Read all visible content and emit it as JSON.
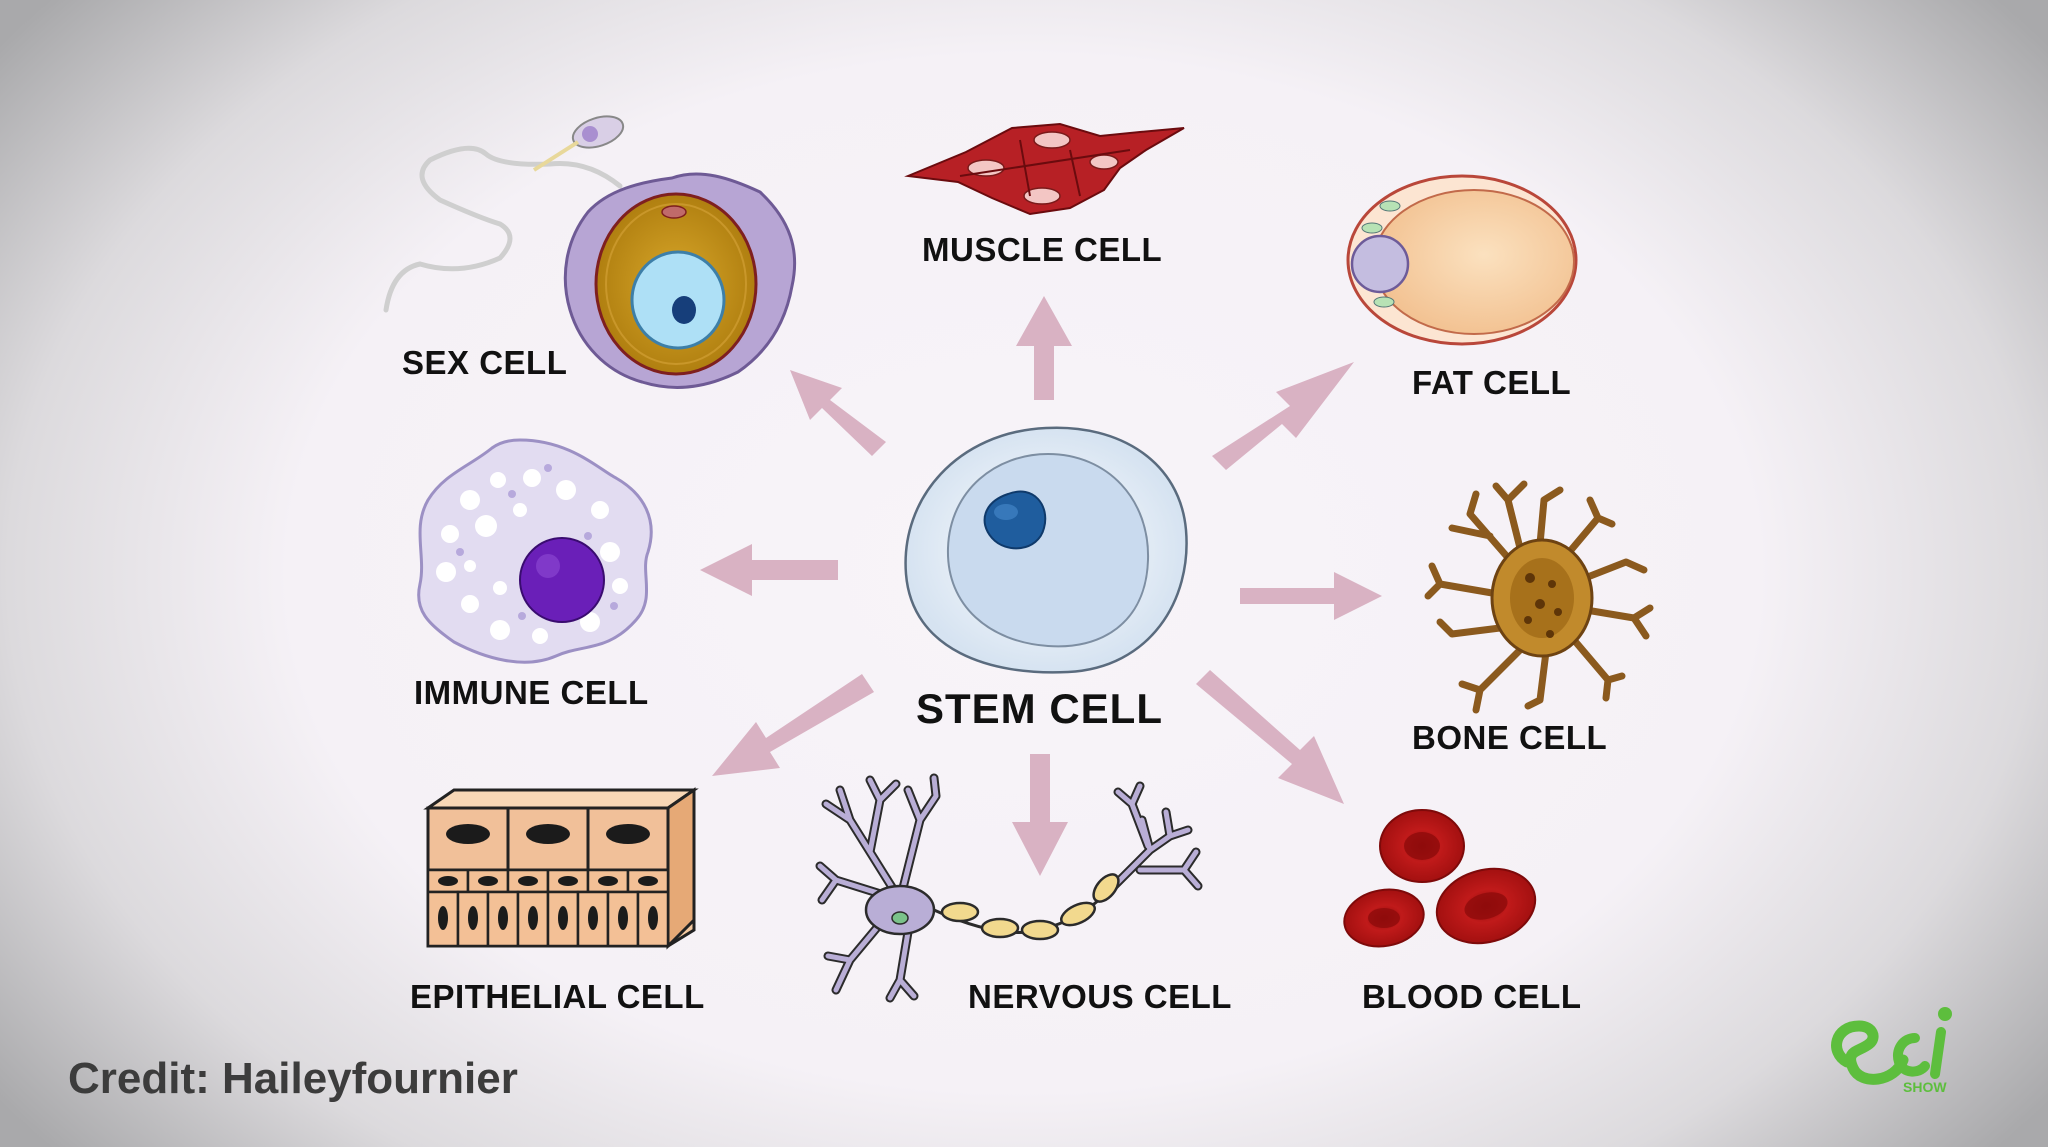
{
  "stem_label": "STEM CELL",
  "labels": {
    "muscle": "MUSCLE CELL",
    "sex": "SEX CELL",
    "fat": "FAT CELL",
    "immune": "IMMUNE CELL",
    "bone": "BONE CELL",
    "epithelial": "EPITHELIAL CELL",
    "nervous": "NERVOUS CELL",
    "blood": "BLOOD CELL"
  },
  "credit": "Credit: Haileyfournier",
  "logo_text": "SHOW",
  "colors": {
    "arrow": "#d9b2c3",
    "stem_membrane": "#dce7f3",
    "stem_nucleus": "#1f5d9e",
    "muscle": "#b72025",
    "sex_shell": "#b7a5d4",
    "fat_fill": "#f6cfa3",
    "immune_nucleus": "#6a1fb8",
    "bone": "#8b5a1e",
    "epithelial": "#e8a877",
    "nerve": "#b9aed6",
    "blood": "#b51515",
    "logo": "#5dbe3d"
  }
}
